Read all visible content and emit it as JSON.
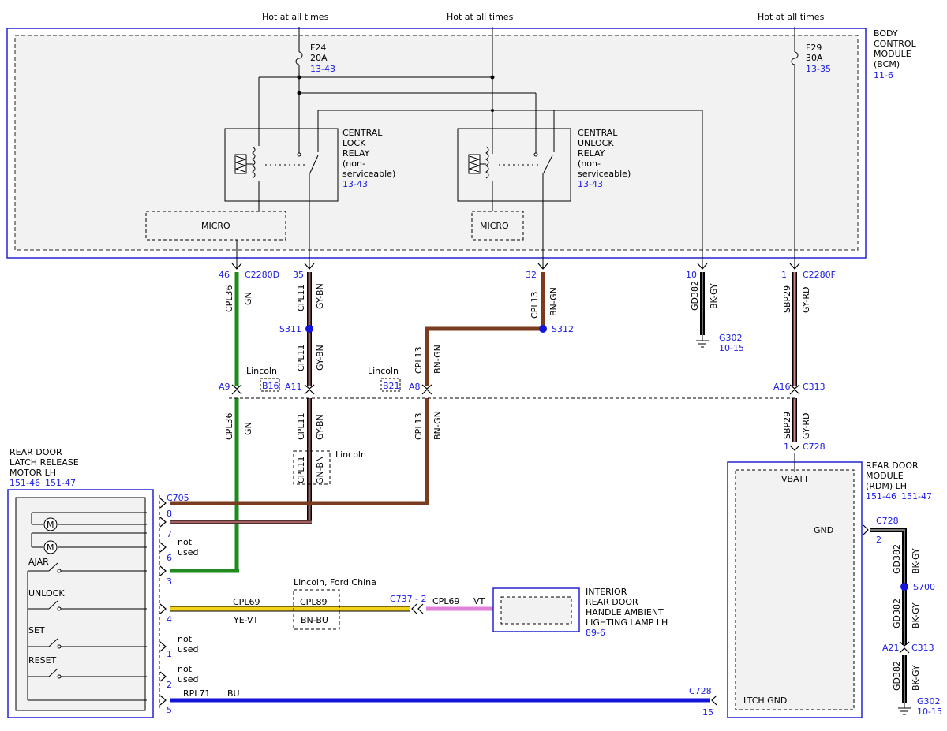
{
  "top_labels": {
    "hot1": "Hot at all times",
    "hot2": "Hot at all times",
    "hot3": "Hot at all times"
  },
  "bcm": {
    "l1": "BODY",
    "l2": "CONTROL",
    "l3": "MODULE",
    "l4": "(BCM)",
    "ref": "11-6"
  },
  "fuse_f24": {
    "name": "F24",
    "rating": "20A",
    "ref": "13-43"
  },
  "fuse_f29": {
    "name": "F29",
    "rating": "30A",
    "ref": "13-35"
  },
  "lock_relay": {
    "l1": "CENTRAL",
    "l2": "LOCK",
    "l3": "RELAY",
    "l4": "(non-",
    "l5": "serviceable)",
    "ref": "13-43"
  },
  "unlock_relay": {
    "l1": "CENTRAL",
    "l2": "UNLOCK",
    "l3": "RELAY",
    "l4": "(non-",
    "l5": "serviceable)",
    "ref": "13-43"
  },
  "micro1": "MICRO",
  "micro2": "MICRO",
  "pins": {
    "p46": "46",
    "c2280d": "C2280D",
    "p35": "35",
    "p32": "32",
    "p10": "10",
    "p1": "1",
    "c2280f": "C2280F",
    "a9": "A9",
    "a11": "A11",
    "a8": "A8",
    "a16": "A16",
    "c313": "C313",
    "b16": "B16",
    "b21": "B21",
    "lincoln1": "Lincoln",
    "lincoln2": "Lincoln",
    "lincoln3": "Lincoln",
    "c728a": "C728",
    "p1b": "1",
    "c705": "C705",
    "p8": "8",
    "p7": "7",
    "p6": "6",
    "p3": "3",
    "p4": "4",
    "p1c": "1",
    "p2": "2",
    "p5": "5",
    "c737": "C737",
    "c737pin": "- 2",
    "c728b": "C728",
    "p15": "15",
    "c728c": "C728",
    "p2b": "2",
    "a21": "A21",
    "c313b": "C313"
  },
  "splices": {
    "s311": "S311",
    "s312": "S312",
    "s700": "S700"
  },
  "grounds": {
    "g302a": "G302",
    "g302a_ref": "10-15",
    "g302b": "G302",
    "g302b_ref": "10-15"
  },
  "wires": {
    "cpl36a": "CPL36",
    "gn_a": "GN",
    "cpl36b": "CPL36",
    "gn_b": "GN",
    "cpl11a": "CPL11",
    "gybn_a": "GY-BN",
    "cpl11b": "CPL11",
    "gybn_b": "GY-BN",
    "cpl11c": "CPL11",
    "gybn_c": "GY-BN",
    "cpl11d": "CPL11",
    "gnbn": "GN-BN",
    "cpl13a": "CPL13",
    "bngn_a": "BN-GN",
    "cpl13b": "CPL13",
    "bngn_b": "BN-GN",
    "cpl13c": "CPL13",
    "bngn_c": "BN-GN",
    "gd382a": "GD382",
    "bkgy_a": "BK-GY",
    "sbp29a": "SBP29",
    "gyrd_a": "GY-RD",
    "sbp29b": "SBP29",
    "gyrd_b": "GY-RD",
    "gd382b": "GD382",
    "bkgy_b": "BK-GY",
    "gd382c": "GD382",
    "bkgy_c": "BK-GY",
    "gd382d": "GD382",
    "bkgy_d": "BK-GY",
    "cpl69a": "CPL69",
    "yevt": "YE-VT",
    "cpl89": "CPL89",
    "bnbu": "BN-BU",
    "lincoln_ford": "Lincoln, Ford China",
    "cpl69b": "CPL69",
    "vt": "VT",
    "rpl71": "RPL71",
    "bu": "BU"
  },
  "motor": {
    "l1": "REAR DOOR",
    "l2": "LATCH RELEASE",
    "l3": "MOTOR LH",
    "ref1": "151-46",
    "ref2": "151-47"
  },
  "switches": {
    "ajar": "AJAR",
    "unlock": "UNLOCK",
    "set": "SET",
    "reset": "RESET"
  },
  "not_used": {
    "a1": "not",
    "a2": "used",
    "b1": "not",
    "b2": "used",
    "c1": "not",
    "c2": "used"
  },
  "rdm": {
    "l1": "REAR DOOR",
    "l2": "MODULE",
    "l3": "(RDM) LH",
    "ref1": "151-46",
    "ref2": "151-47",
    "vbatt": "VBATT",
    "gnd": "GND",
    "ltch": "LTCH GND"
  },
  "lamp": {
    "l1": "INTERIOR",
    "l2": "REAR DOOR",
    "l3": "HANDLE AMBIENT",
    "l4": "LIGHTING LAMP LH",
    "ref": "89-6"
  },
  "colors": {
    "gn": "#1f8a1f",
    "gy": "#8a8a8a",
    "bn": "#7a3b1e",
    "bk": "#000000",
    "rd": "#d05050",
    "ye": "#f2d21b",
    "vt": "#e080d8",
    "bu": "#1414d8",
    "link": "#1a1ae6"
  }
}
